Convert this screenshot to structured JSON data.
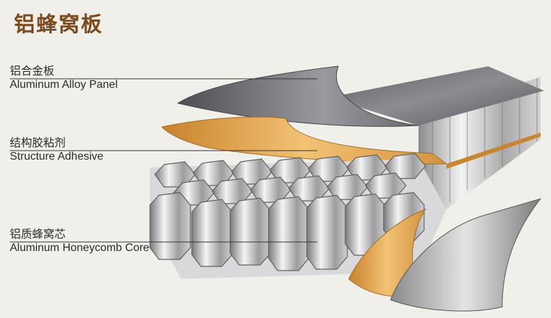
{
  "title": "铝蜂窝板",
  "layers": [
    {
      "id": "panel",
      "cn": "铝合金板",
      "en": "Aluminum Alloy Panel"
    },
    {
      "id": "adhesive",
      "cn": "结构胶粘剂",
      "en": "Structure Adhesive"
    },
    {
      "id": "core",
      "cn": "铝质蜂窝芯",
      "en": "Aluminum Honeycomb Core"
    }
  ],
  "colors": {
    "background": "#f1efea",
    "title": "#7b4a1e",
    "panel": "#6f6f72",
    "adhesive": "#e6a94a",
    "core": "#9a9a9c"
  }
}
